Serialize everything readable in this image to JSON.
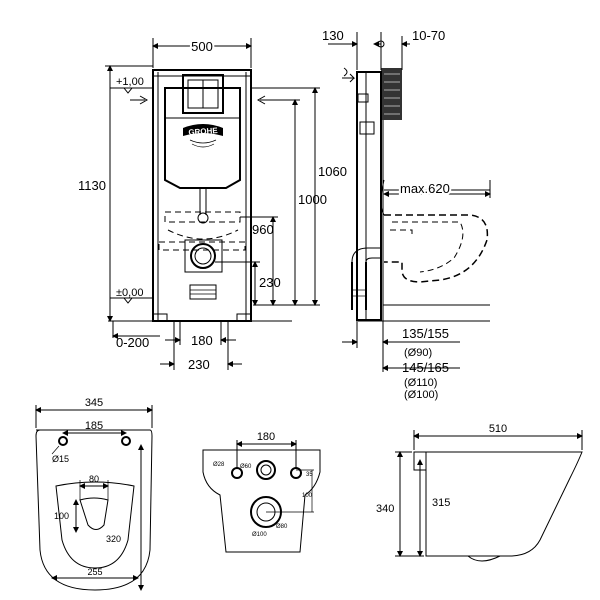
{
  "logo": {
    "brand": "GROHE"
  },
  "frame": {
    "width": "500",
    "height": "1130",
    "level_top": "+1,00",
    "level_zero": "±0,00",
    "h_1060": "1060",
    "h_1000": "1000",
    "h_960": "960",
    "h_230": "230",
    "w_180": "180",
    "w_230": "230",
    "range_0_200": "0-200"
  },
  "side": {
    "depth_130": "130",
    "range_10_70": "10-70",
    "projection": "max.620",
    "d_135_155": "135/155",
    "d_phi90": "(Ø90)",
    "d_145_165": "145/165",
    "d_phi110": "(Ø110)",
    "d_phi100": "(Ø100)"
  },
  "bowl_top": {
    "width": "345",
    "holes": "185",
    "hole_dia": "Ø15",
    "dim_80": "80",
    "dim_100": "100",
    "dim_320": "320",
    "dim_255": "255"
  },
  "bowl_back": {
    "dim_180": "180",
    "dia_28": "Ø28",
    "dia_60": "Ø60",
    "dim_35": "35",
    "dim_100": "100",
    "dia_80": "Ø80",
    "dia_100": "Ø100"
  },
  "bowl_side": {
    "length": "510",
    "height_340": "340",
    "height_315": "315"
  }
}
